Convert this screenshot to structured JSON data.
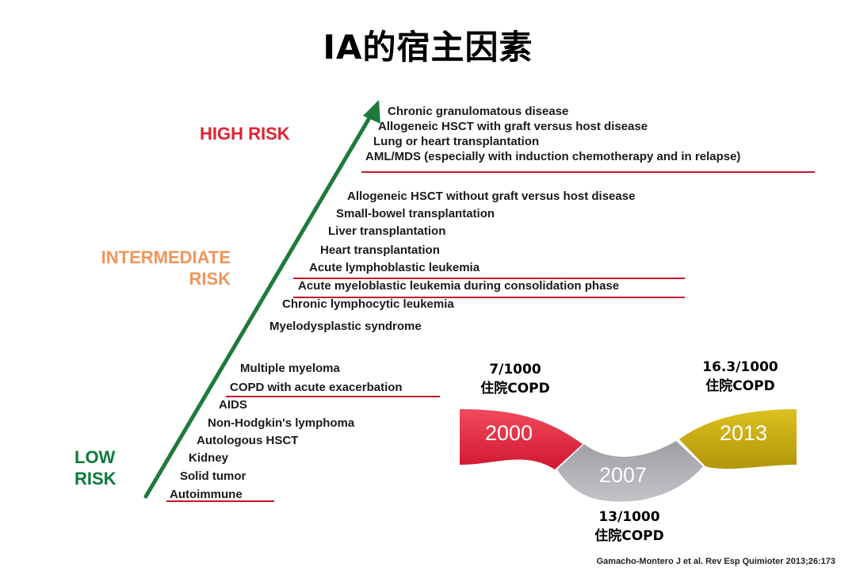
{
  "title": "IA的宿主因素",
  "risk_labels": {
    "high": "HIGH RISK",
    "intermediate_line1": "INTERMEDIATE",
    "intermediate_line2": "RISK",
    "low_line1": "LOW",
    "low_line2": "RISK"
  },
  "high_risk_items": [
    "Chronic granulomatous disease",
    "Allogeneic HSCT with graft versus host disease",
    "Lung or heart transplantation",
    "AML/MDS (especially with induction chemotherapy and in relapse)"
  ],
  "intermediate_risk_items": [
    "Allogeneic HSCT without graft versus host disease",
    "Small-bowel transplantation",
    "Liver transplantation",
    "Heart transplantation",
    "Acute lymphoblastic leukemia",
    "Acute myeloblastic leukemia during consolidation phase",
    "Chronic lymphocytic leukemia",
    "Myelodysplastic syndrome"
  ],
  "low_risk_items": [
    "Multiple myeloma",
    "COPD with acute exacerbation",
    "AIDS",
    "Non-Hodgkin's lymphoma",
    "Autologous HSCT",
    "Kidney",
    "Solid tumor",
    "Autoimmune"
  ],
  "timeline": {
    "years": [
      "2000",
      "2007",
      "2013"
    ],
    "colors": [
      "#e8263c",
      "#a9a9ae",
      "#c9a90c"
    ],
    "stats": [
      {
        "rate": "7/1000",
        "label": "住院COPD"
      },
      {
        "rate": "13/1000",
        "label": "住院COPD"
      },
      {
        "rate": "16.3/1000",
        "label": "住院COPD"
      }
    ]
  },
  "arrow_color": "#1e7a3c",
  "citation": "Gamacho-Montero J et al. Rev Esp Quimioter 2013;26:173"
}
